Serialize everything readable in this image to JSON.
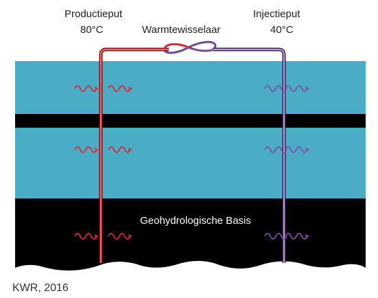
{
  "labels": {
    "production_well": "Productieput",
    "production_temp": "80°C",
    "heat_exchanger": "Warmtewisselaar",
    "injection_well": "Injectieput",
    "injection_temp": "40°C",
    "basis": "Geohydrologische Basis",
    "credit": "KWR, 2016"
  },
  "colors": {
    "aquifer": "#4bacc6",
    "clay": "#000000",
    "hot": "#e3262b",
    "cold": "#7d4ba8"
  },
  "icons": {
    "heat_wave": "wavy-arrow-icon"
  }
}
